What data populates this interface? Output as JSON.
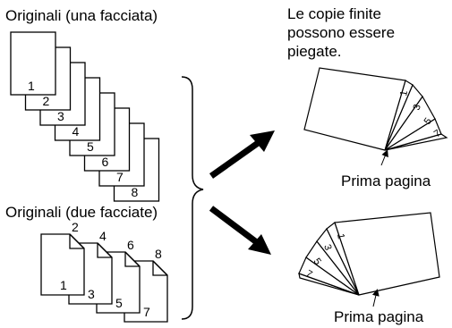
{
  "labels": {
    "originals_single": "Originali (una facciata)",
    "originals_double": "Originali (due facciate)",
    "finished_line1": "Le copie finite",
    "finished_line2": "possono essere",
    "finished_line3": "piegate.",
    "first_page_top": "Prima pagina",
    "first_page_bottom": "Prima pagina"
  },
  "single_sided_pages": [
    "1",
    "2",
    "3",
    "4",
    "5",
    "6",
    "7",
    "8"
  ],
  "double_sided": {
    "front_numbers": [
      "1",
      "3",
      "5",
      "7"
    ],
    "back_numbers": [
      "2",
      "4",
      "6",
      "8"
    ]
  },
  "folded_top_numbers": [
    "1",
    "3",
    "5",
    "7"
  ],
  "folded_bottom_numbers": [
    "1",
    "3",
    "5",
    "7"
  ]
}
